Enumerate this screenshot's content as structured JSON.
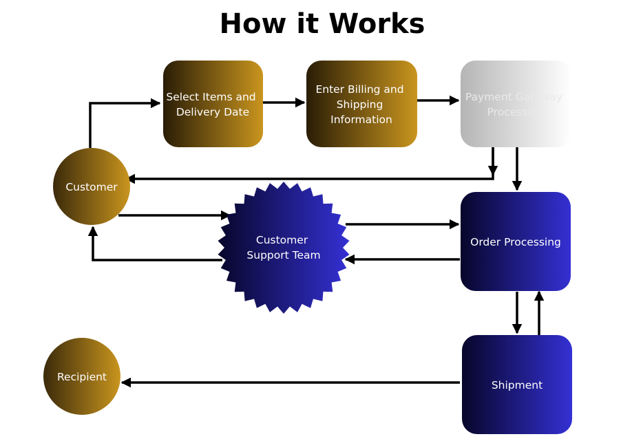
{
  "title": "How it Works",
  "nodes": {
    "select_items": {
      "lines": [
        "Select Items and",
        "Delivery Date"
      ]
    },
    "billing": {
      "lines": [
        "Enter Billing and",
        "Shipping",
        "Information"
      ]
    },
    "payment": {
      "lines": [
        "Payment Gateway",
        "Processing"
      ]
    },
    "customer": {
      "lines": [
        "Customer"
      ]
    },
    "support": {
      "lines": [
        "Customer",
        "Support Team"
      ]
    },
    "order": {
      "lines": [
        "Order Processing"
      ]
    },
    "recipient": {
      "lines": [
        "Recipient"
      ]
    },
    "shipment": {
      "lines": [
        "Shipment"
      ]
    }
  },
  "colors": {
    "gold_light": "#C9951E",
    "gold_dark": "#2a1d06",
    "blue_light": "#3430d4",
    "blue_dark": "#07062a",
    "gray_light": "#ffffff",
    "gray_dark": "#b5b5b5"
  }
}
